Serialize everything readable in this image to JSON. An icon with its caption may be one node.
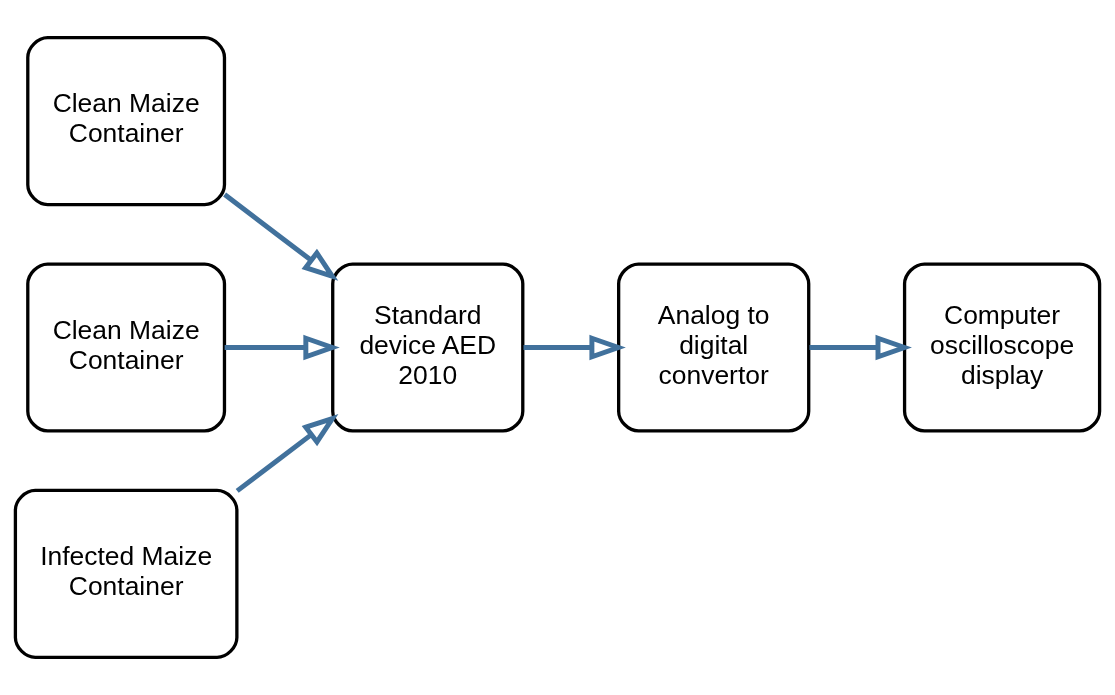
{
  "diagram": {
    "nodes": [
      {
        "text": [
          "Clean Maize Container"
        ]
      },
      {
        "text": [
          "Clean Maize Container"
        ]
      },
      {
        "text": [
          "Standard device AED 2010"
        ]
      },
      {
        "text": [
          "Infected Maize Container"
        ]
      },
      {
        "text": [
          "Analog to digital convertor"
        ]
      },
      {
        "text": [
          "Computer oscilloscope display"
        ]
      }
    ],
    "edges": [
      {
        "from": 0,
        "to": 2,
        "arrow": "to"
      },
      {
        "from": 1,
        "to": 2,
        "arrow": "to"
      },
      {
        "from": 3,
        "to": 2,
        "arrow": "to"
      },
      {
        "from": 2,
        "to": 4,
        "arrow": "to"
      },
      {
        "from": 4,
        "to": 5,
        "arrow": "to"
      }
    ]
  }
}
